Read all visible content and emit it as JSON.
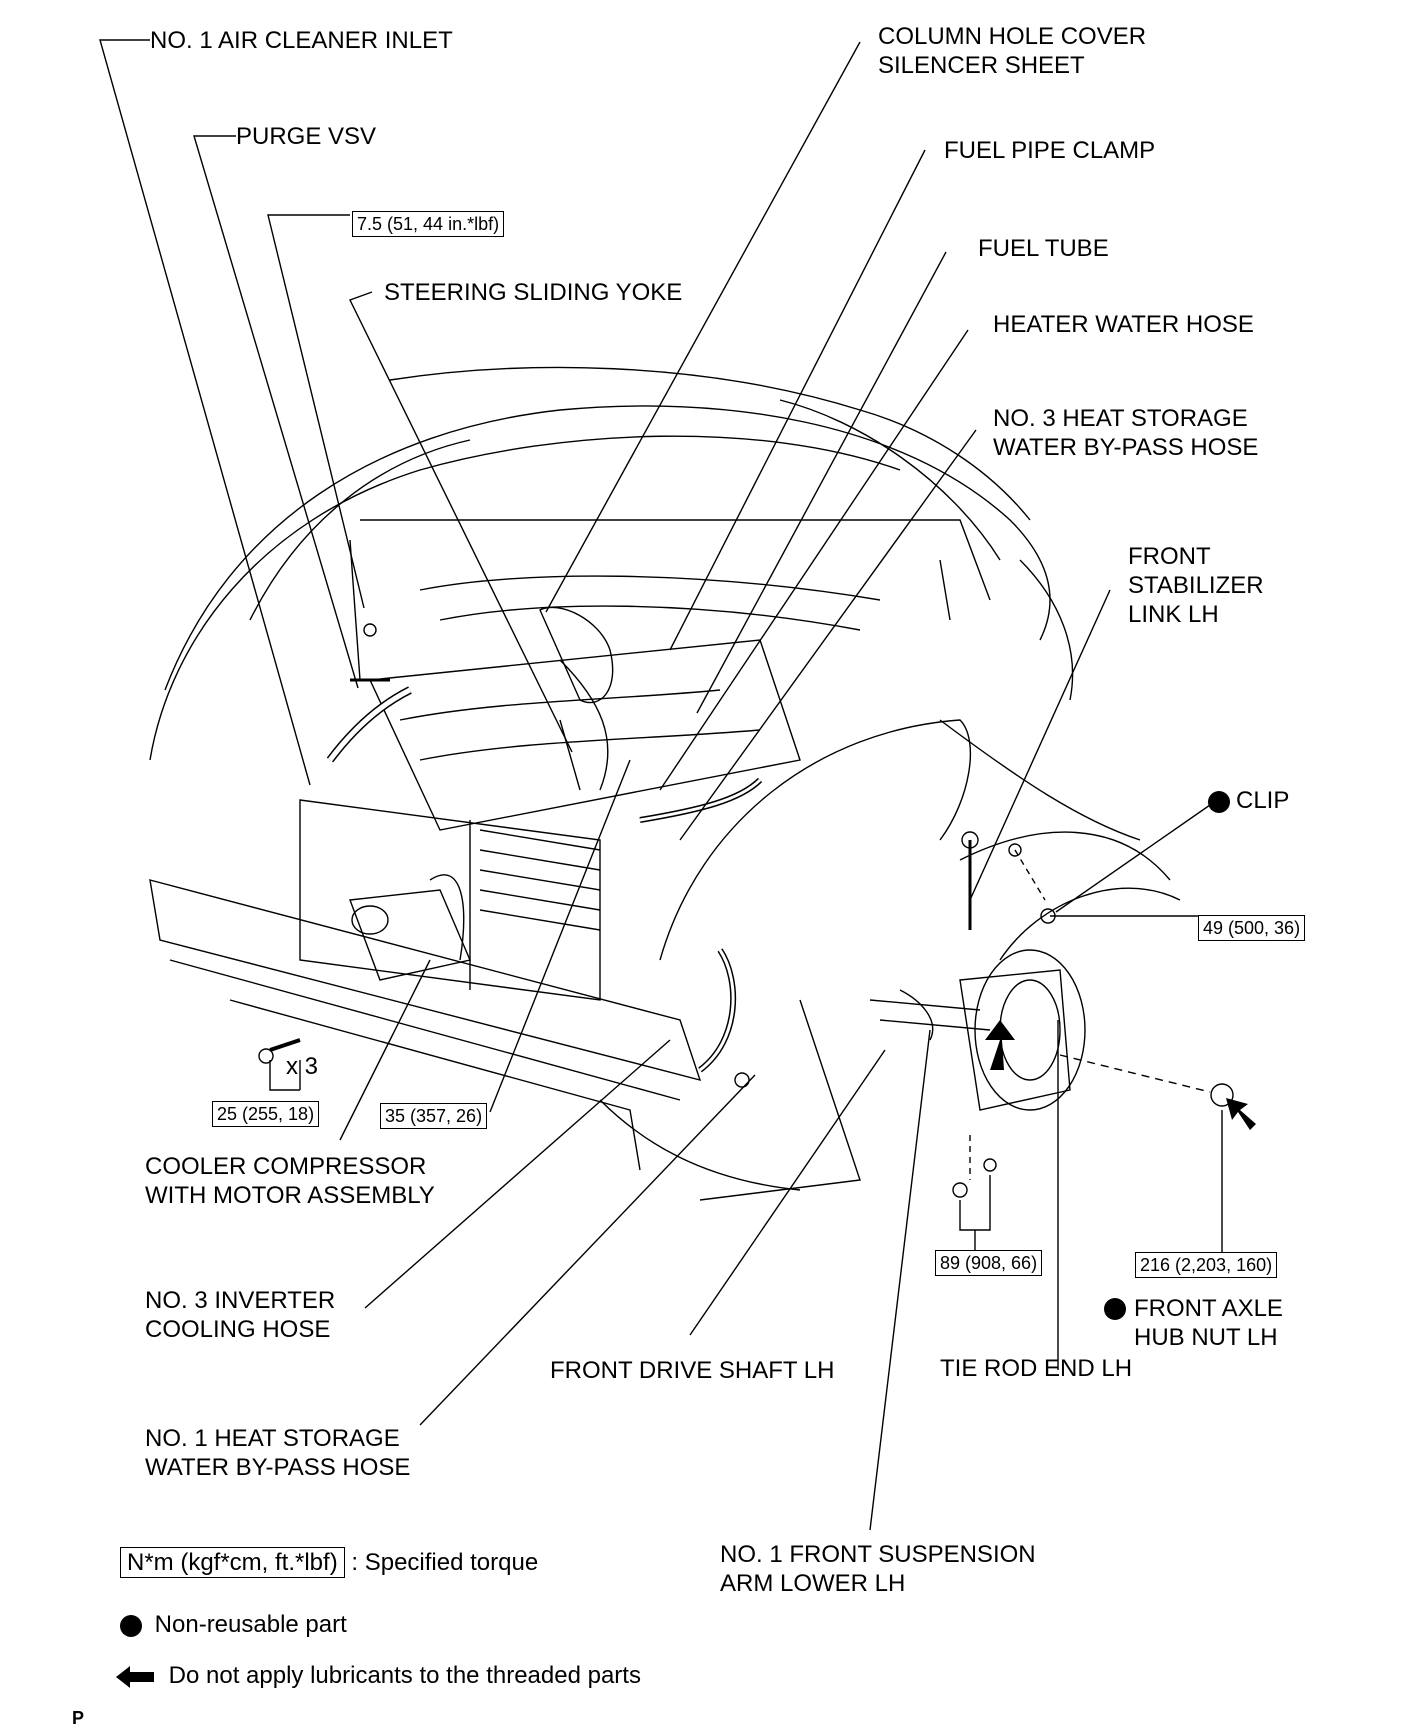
{
  "labels": {
    "air_cleaner_inlet": "NO. 1 AIR CLEANER INLET",
    "purge_vsv": "PURGE VSV",
    "steering_sliding_yoke": "STEERING SLIDING YOKE",
    "column_hole_cover": [
      "COLUMN HOLE COVER",
      "SILENCER SHEET"
    ],
    "fuel_pipe_clamp": "FUEL PIPE CLAMP",
    "fuel_tube": "FUEL TUBE",
    "heater_water_hose": "HEATER WATER HOSE",
    "no3_heat_storage": [
      "NO. 3 HEAT STORAGE",
      "WATER BY-PASS HOSE"
    ],
    "front_stabilizer_link": [
      "FRONT",
      "STABILIZER",
      "LINK LH"
    ],
    "clip": "CLIP",
    "cooler_compressor": [
      "COOLER COMPRESSOR",
      "WITH MOTOR ASSEMBLY"
    ],
    "no3_inverter_hose": [
      "NO. 3 INVERTER",
      "COOLING HOSE"
    ],
    "front_drive_shaft": "FRONT DRIVE SHAFT LH",
    "tie_rod_end": "TIE ROD END LH",
    "front_axle_hub_nut": [
      "FRONT AXLE",
      "HUB NUT LH"
    ],
    "no1_heat_storage": [
      "NO. 1 HEAT STORAGE",
      "WATER BY-PASS HOSE"
    ],
    "no1_suspension_arm": [
      "NO. 1 FRONT SUSPENSION",
      "ARM LOWER LH"
    ],
    "x3": "x 3"
  },
  "torques": {
    "purge_vsv": "7.5 (51, 44 in.*lbf)",
    "clip_nut": "49 (500, 36)",
    "bolt_x3": "25 (255, 18)",
    "compressor_bolt": "35 (357, 26)",
    "arm_bolt": "89 (908, 66)",
    "hub_nut": "216 (2,203, 160)"
  },
  "legend": {
    "torque_box": "N*m (kgf*cm, ft.*lbf)",
    "torque_text": ": Specified torque",
    "non_reusable": "Non-reusable part",
    "no_lubricant": "Do not apply lubricants to the threaded parts"
  },
  "figure_code": "P"
}
